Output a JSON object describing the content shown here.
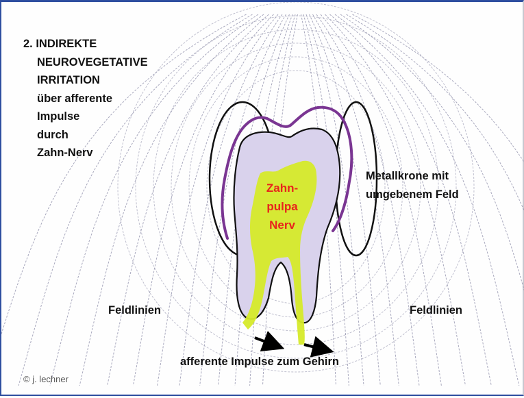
{
  "title": {
    "line1": "2. INDIREKTE",
    "line2": "NEUROVEGETATIVE",
    "line3": "IRRITATION",
    "line4": "über afferente",
    "line5": "Impulse",
    "line6": "durch",
    "line7": "Zahn-Nerv"
  },
  "labels": {
    "metal_line1": "Metallkrone mit",
    "metal_line2": "umgebenem Feld",
    "feld_left": "Feldlinien",
    "feld_right": "Feldlinien",
    "afferent": "afferente Impulse zum Gehirn",
    "pulpa_line1": "Zahn-",
    "pulpa_line2": "pulpa",
    "pulpa_line3": "Nerv"
  },
  "copyright": "© j. lechner",
  "colors": {
    "frame": "#2f4fa0",
    "field_lines": "#8c8ca8",
    "tooth_fill": "#d9d2ec",
    "pulp_fill": "#d6ea2a",
    "crown_outline": "#7a3592",
    "field_ellipse": "#111111",
    "pulpa_text": "#e8241c"
  }
}
